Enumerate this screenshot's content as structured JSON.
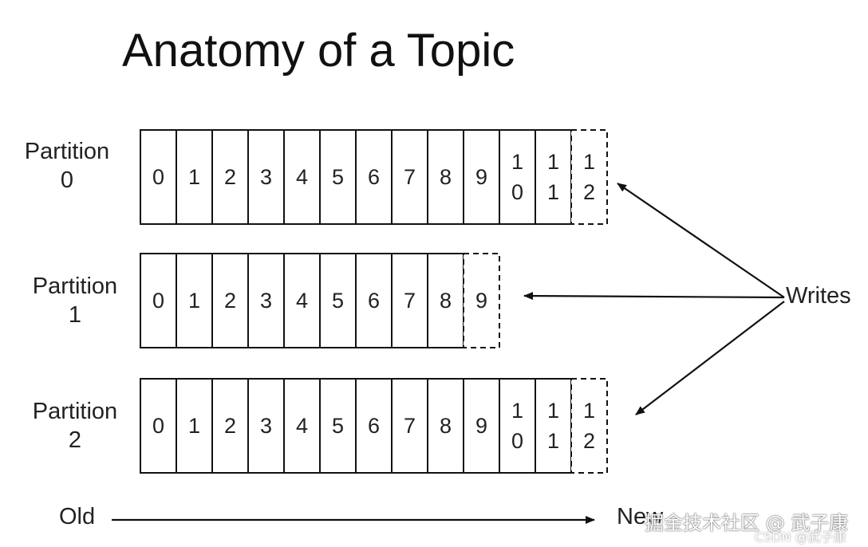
{
  "title": "Anatomy of a Topic",
  "partitions": [
    {
      "label_line1": "Partition",
      "label_line2": "0",
      "cells": [
        "0",
        "1",
        "2",
        "3",
        "4",
        "5",
        "6",
        "7",
        "8",
        "9",
        "10",
        "11"
      ],
      "next": "12"
    },
    {
      "label_line1": "Partition",
      "label_line2": "1",
      "cells": [
        "0",
        "1",
        "2",
        "3",
        "4",
        "5",
        "6",
        "7",
        "8"
      ],
      "next": "9"
    },
    {
      "label_line1": "Partition",
      "label_line2": "2",
      "cells": [
        "0",
        "1",
        "2",
        "3",
        "4",
        "5",
        "6",
        "7",
        "8",
        "9",
        "10",
        "11"
      ],
      "next": "12"
    }
  ],
  "writes_label": "Writes",
  "old_label": "Old",
  "new_label": "New",
  "watermark_main": "掘金技术社区 @ 武子康",
  "watermark_sub": "CSDN @武子康"
}
